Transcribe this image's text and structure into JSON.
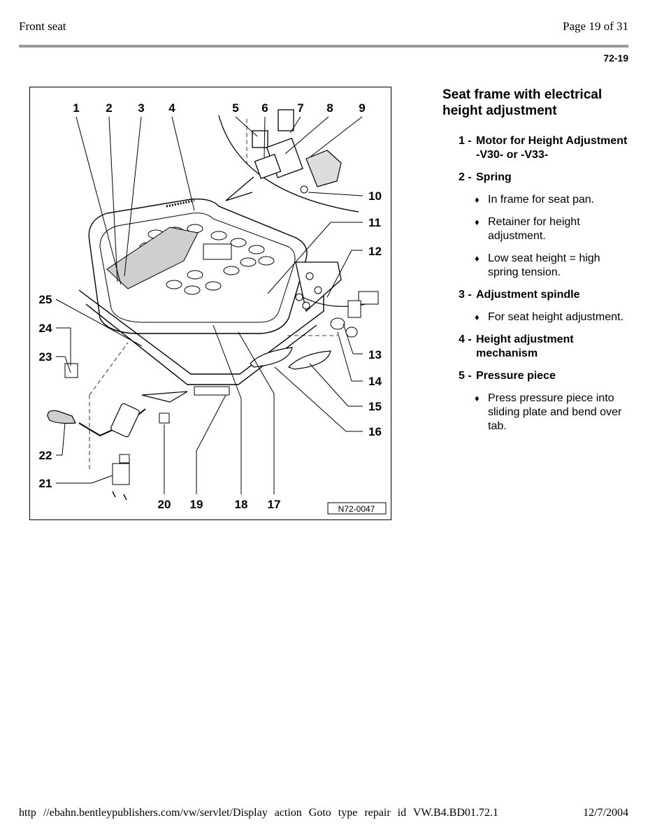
{
  "header": {
    "title": "Front seat",
    "page": "Page 19 of 31",
    "code": "72-19"
  },
  "figure": {
    "callouts": [
      "1",
      "2",
      "3",
      "4",
      "5",
      "6",
      "7",
      "8",
      "9",
      "10",
      "11",
      "12",
      "13",
      "14",
      "15",
      "16",
      "17",
      "18",
      "19",
      "20",
      "21",
      "22",
      "23",
      "24",
      "25"
    ],
    "ref": "N72-0047"
  },
  "content": {
    "title": "Seat frame with electrical height adjustment",
    "items": [
      {
        "num": "1 -",
        "label": "Motor for Height Adjustment -V30- or -V33-",
        "bullets": []
      },
      {
        "num": "2 -",
        "label": "Spring",
        "bullets": [
          "In frame for seat pan.",
          "Retainer for height adjustment.",
          "Low seat height = high spring tension."
        ]
      },
      {
        "num": "3 -",
        "label": "Adjustment spindle",
        "bullets": [
          "For seat height adjustment."
        ]
      },
      {
        "num": "4 -",
        "label": "Height adjustment mechanism",
        "bullets": []
      },
      {
        "num": "5 -",
        "label": "Pressure piece",
        "bullets": [
          "Press pressure piece into sliding plate and bend over tab."
        ]
      }
    ]
  },
  "footer": {
    "url": "http //ebahn.bentleypublishers.com/vw/servlet/Display action Goto type repair id VW.B4.BD01.72.1",
    "date": "12/7/2004"
  }
}
